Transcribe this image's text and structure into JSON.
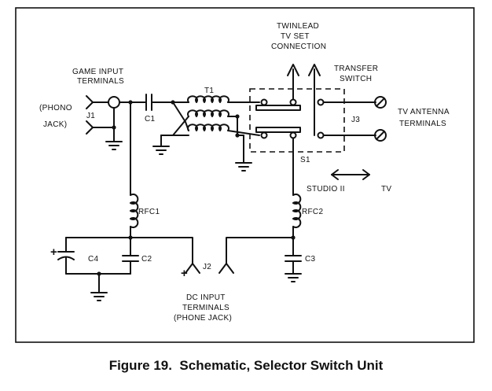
{
  "figure": {
    "caption": "Figure 19.  Schematic, Selector Switch Unit"
  },
  "labels": {
    "game_input_line1": "GAME INPUT",
    "game_input_line2": "TERMINALS",
    "phono_line1": "(PHONO",
    "phono_line2": "JACK)",
    "j1": "J1",
    "c1": "C1",
    "t1": "T1",
    "twinlead_line1": "TWINLEAD",
    "twinlead_line2": "TV SET",
    "twinlead_line3": "CONNECTION",
    "transfer_line1": "TRANSFER",
    "transfer_line2": "SWITCH",
    "tv_antenna_line1": "TV ANTENNA",
    "tv_antenna_line2": "TERMINALS",
    "j3": "J3",
    "s1": "S1",
    "studio_ii": "STUDIO II",
    "tv": "TV",
    "rfc1": "RFC1",
    "rfc2": "RFC2",
    "c2": "C2",
    "c3": "C3",
    "c4": "C4",
    "j2": "J2",
    "dc_input_line1": "DC INPUT",
    "dc_input_line2": "TERMINALS",
    "dc_input_line3": "(PHONE JACK)",
    "plus_c4": "+",
    "plus_j2": "+"
  }
}
